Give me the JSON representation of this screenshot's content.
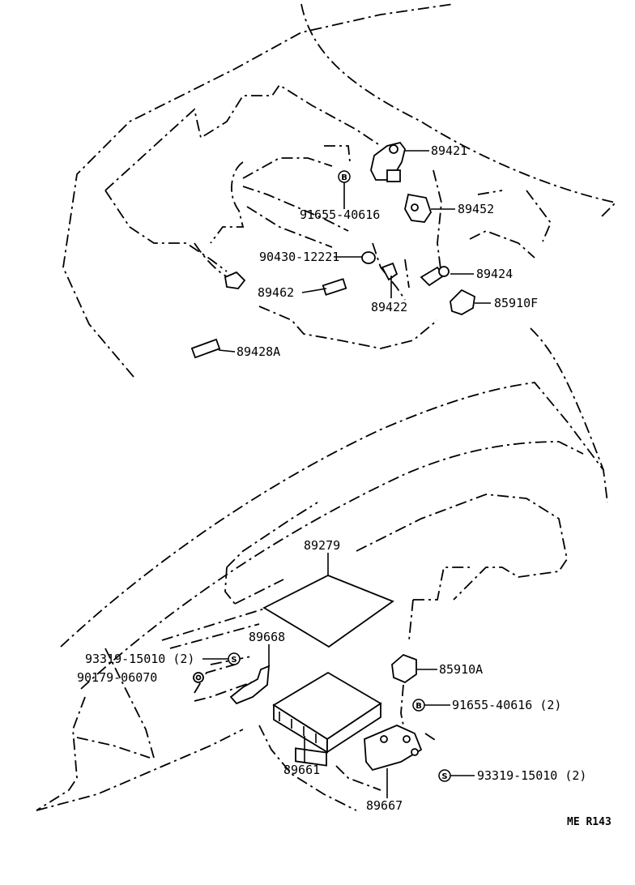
{
  "diagram": {
    "reference": "ME R143",
    "labels": [
      {
        "key": "p89421",
        "text": "89421"
      },
      {
        "key": "p91655_40616",
        "text": "91655-40616"
      },
      {
        "key": "p89452",
        "text": "89452"
      },
      {
        "key": "p90430_12221",
        "text": "90430-12221"
      },
      {
        "key": "p89424",
        "text": "89424"
      },
      {
        "key": "p89462",
        "text": "89462"
      },
      {
        "key": "p89422",
        "text": "89422"
      },
      {
        "key": "p85910F",
        "text": "85910F"
      },
      {
        "key": "p89428A",
        "text": "89428A"
      },
      {
        "key": "p89279",
        "text": "89279"
      },
      {
        "key": "p93319_15010_l",
        "text": "93319-15010 (2)"
      },
      {
        "key": "p89668",
        "text": "89668"
      },
      {
        "key": "p90179_06070",
        "text": "90179-06070"
      },
      {
        "key": "p85910A",
        "text": "85910A"
      },
      {
        "key": "p91655_40616_2",
        "text": "91655-40616 (2)"
      },
      {
        "key": "p89661",
        "text": "89661"
      },
      {
        "key": "p93319_15010_r",
        "text": "93319-15010 (2)"
      },
      {
        "key": "p89667",
        "text": "89667"
      }
    ],
    "symbols": {
      "bolt": "B",
      "screw": "S"
    }
  }
}
